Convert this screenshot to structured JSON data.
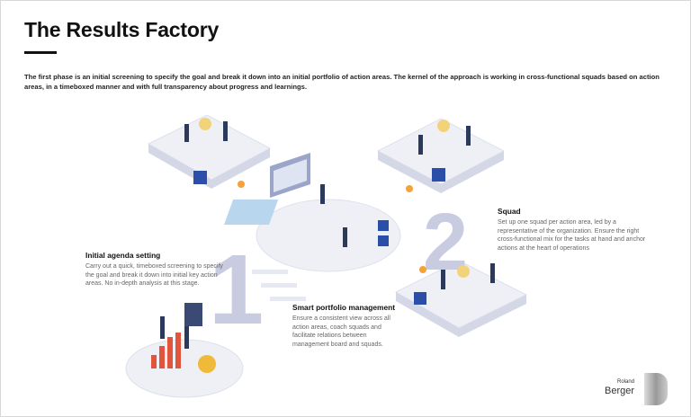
{
  "title": "The Results Factory",
  "intro": "The first phase is an initial screening to specify the goal and break it down into an initial portfolio of action areas. The kernel of the approach is working in cross-functional squads based on action areas, in a timeboxed manner and with full transparency about progress and learnings.",
  "steps": [
    {
      "number": "1",
      "title": "Initial agenda setting",
      "text": "Carry out a quick, timeboxed screening to specify the goal and break it down into initial key action areas. No in-depth analysis at this stage."
    },
    {
      "title": "Smart portfolio management",
      "text": "Ensure a consistent view across all action areas, coach squads and facilitate relations between management board and squads."
    },
    {
      "number": "2",
      "title": "Squad",
      "text": "Set up one squad per action area, led by a representative of the organization. Ensure the right cross-functional mix for the tasks at hand and anchor actions at the heart of operations"
    }
  ],
  "logo": {
    "line1": "Roland",
    "line2": "Berger"
  },
  "colors": {
    "platform": "#eef0f6",
    "accent_blue": "#2b4fa8",
    "number": "#c9cce0",
    "bulb": "#f3d37a"
  }
}
